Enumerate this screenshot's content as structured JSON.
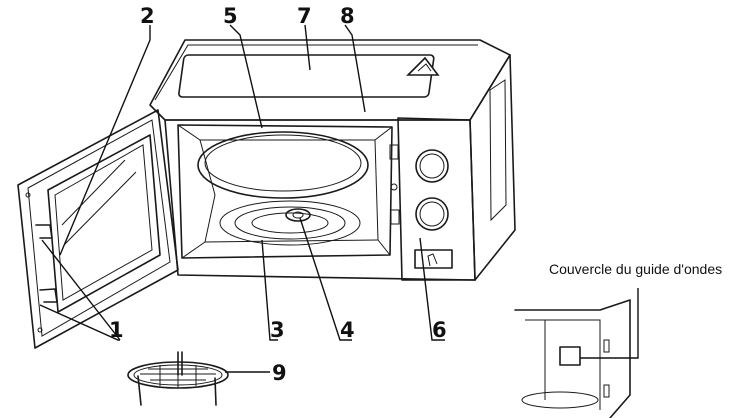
{
  "labels": {
    "l1": "1",
    "l2": "2",
    "l3": "3",
    "l4": "4",
    "l5": "5",
    "l6": "6",
    "l7": "7",
    "l8": "8",
    "l9": "9"
  },
  "inset_caption": "Couvercle du guide d'ondes"
}
